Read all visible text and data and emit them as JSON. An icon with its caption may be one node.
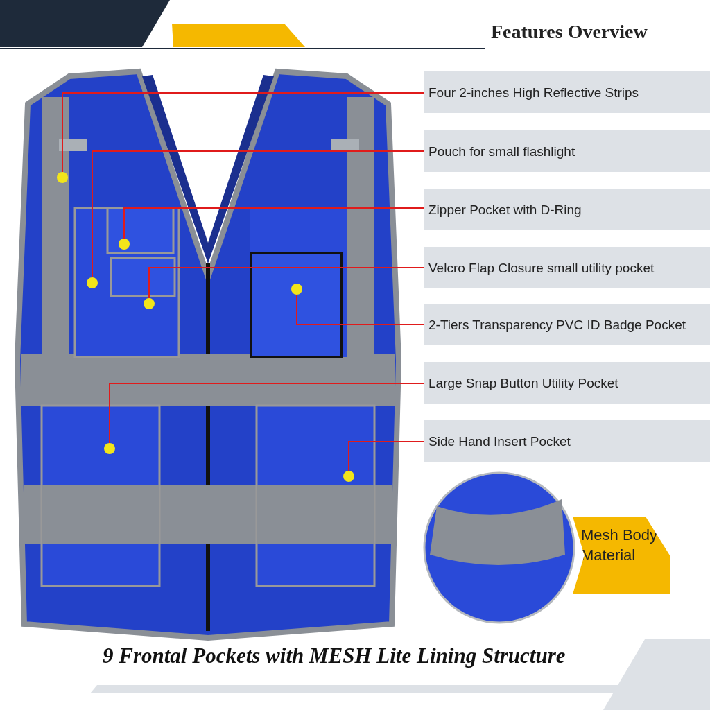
{
  "diagram": {
    "title": "Features Overview",
    "caption": "9 Frontal Pockets with MESH Lite Lining Structure",
    "nodes": [
      {
        "text": [
          "Four 2-inches High Reflective Strips"
        ]
      },
      {
        "text": [
          "Pouch for small flashlight"
        ]
      },
      {
        "text": [
          "Zipper Pocket with D-Ring"
        ]
      },
      {
        "text": [
          "Velcro Flap Closure small utility pocket"
        ]
      },
      {
        "text": [
          "2-Tiers Transparency PVC ID Badge Pocket"
        ]
      },
      {
        "text": [
          "Large Snap Button Utility Pocket"
        ]
      },
      {
        "text": [
          "Side Hand Insert Pocket"
        ]
      },
      {
        "text": [],
        "shape": "circle"
      },
      {
        "text": [],
        "shape": "circle"
      },
      {
        "text": [],
        "shape": "circle"
      },
      {
        "text": [],
        "shape": "circle"
      },
      {
        "text": [],
        "shape": "circle"
      },
      {
        "text": [],
        "shape": "circle"
      },
      {
        "text": [],
        "shape": "circle"
      }
    ],
    "edges": [
      {
        "from": 0,
        "to": 7,
        "arrow": "none"
      },
      {
        "from": 1,
        "to": 9,
        "arrow": "none"
      },
      {
        "from": 2,
        "to": 8,
        "arrow": "none"
      },
      {
        "from": 3,
        "to": 10,
        "arrow": "none"
      },
      {
        "from": 4,
        "to": 11,
        "arrow": "none"
      },
      {
        "from": 5,
        "to": 12,
        "arrow": "none"
      },
      {
        "from": 6,
        "to": 13,
        "arrow": "none"
      }
    ],
    "labels": [
      "Mesh Body Material"
    ]
  }
}
